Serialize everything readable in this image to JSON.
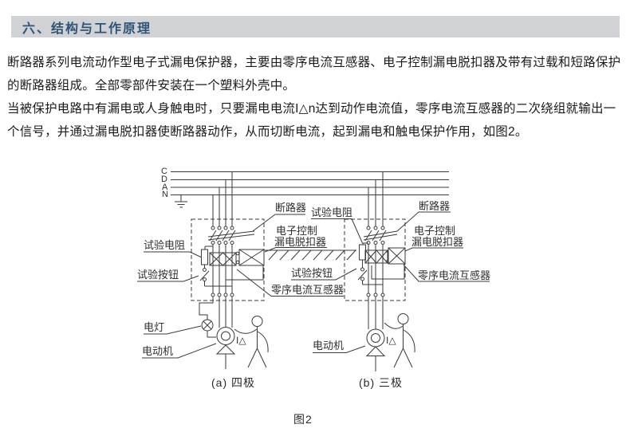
{
  "header": {
    "title": "六、结构与工作原理",
    "bg_color": "#d0d2d5",
    "text_color": "#2d5478"
  },
  "paragraphs": {
    "p1": "断路器系列电流动作型电子式漏电保护器，主要由零序电流互感器、电子控制漏电脱扣器及带有过载和短路保护的断路器组成。全部零部件安装在一个塑料外壳中。",
    "p2": "当被保护电路中有漏电或人身触电时，只要漏电电流I△n达到动作电流值，零序电流互感器的二次绕组就输出一个信号，并通过漏电脱扣器使断路器动作，从而切断电流，起到漏电和触电保护作用，如图2。"
  },
  "figure": {
    "caption": "图2",
    "sub_a": "(a) 四极",
    "sub_b": "(b) 三极",
    "bus": {
      "c": "C",
      "d": "D",
      "a": "A",
      "n": "N"
    },
    "labels": {
      "breaker_a": "断路器",
      "breaker_b": "断路器",
      "test_resistor_a": "试验电阻",
      "test_resistor_b": "试验电阻",
      "test_button_a": "试验按钮",
      "test_button_b": "试验按钮",
      "trip_a_line1": "电子控制",
      "trip_a_line2": "漏电脱扣器",
      "trip_b_line1": "电子控制",
      "trip_b_line2": "漏电脱扣器",
      "ct_a": "零序电流互感器",
      "ct_b": "零序电流互感器",
      "lamp": "电灯",
      "motor_a": "电动机",
      "motor_b": "电动机",
      "leak_current_a": "I△",
      "leak_current_b": "I△"
    },
    "line_color": "#3a3a3a"
  }
}
